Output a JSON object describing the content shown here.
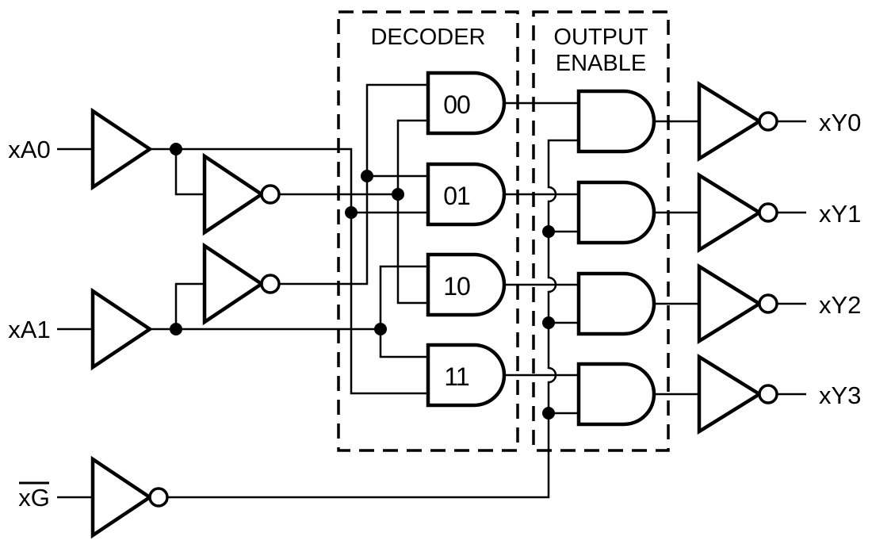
{
  "diagram": {
    "type": "logic-circuit",
    "description": "2-to-4 line decoder with output enable",
    "boxes": {
      "decoder_label": "DECODER",
      "output_enable_line1": "OUTPUT",
      "output_enable_line2": "ENABLE"
    },
    "inputs": [
      {
        "label": "xA0",
        "overline": false
      },
      {
        "label": "xA1",
        "overline": false
      },
      {
        "label": "xG",
        "overline": true
      }
    ],
    "outputs": [
      {
        "label": "xY0"
      },
      {
        "label": "xY1"
      },
      {
        "label": "xY2"
      },
      {
        "label": "xY3"
      }
    ],
    "decoder_gates": [
      {
        "label": "00"
      },
      {
        "label": "01"
      },
      {
        "label": "10"
      },
      {
        "label": "11"
      }
    ],
    "colors": {
      "line": "#000000",
      "background": "#ffffff"
    }
  }
}
